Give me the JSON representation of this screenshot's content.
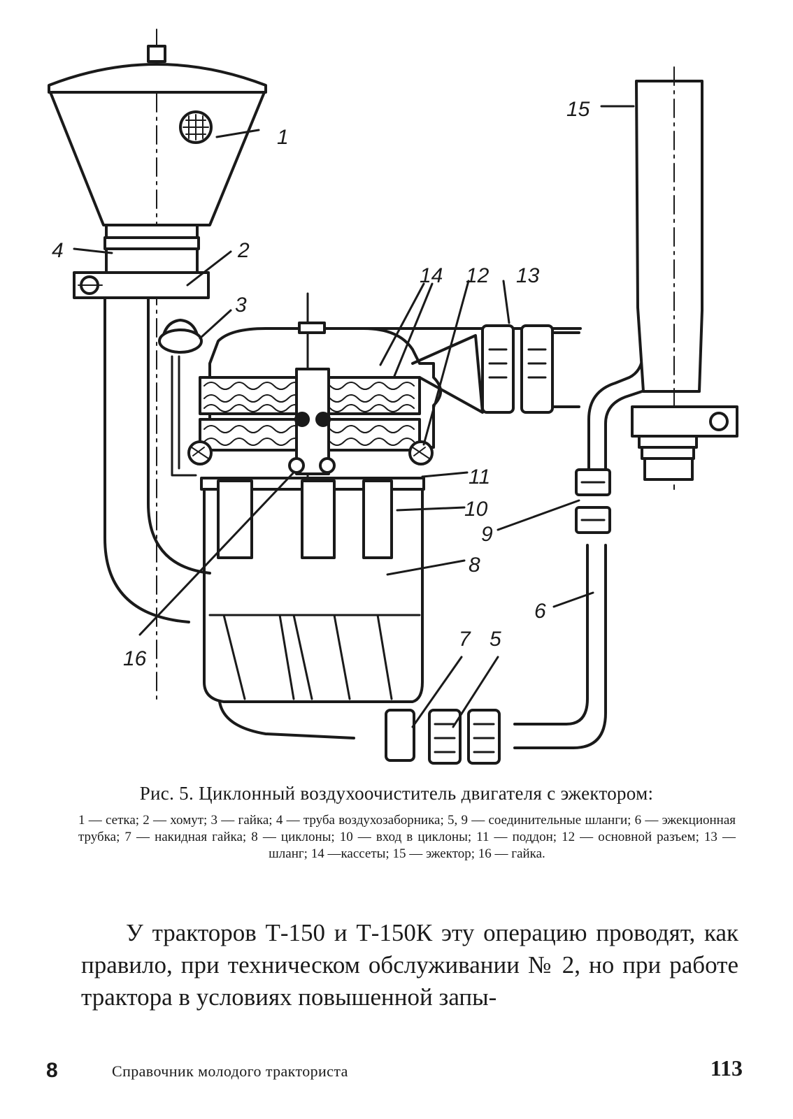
{
  "figure": {
    "labels": [
      "1",
      "2",
      "3",
      "4",
      "5",
      "6",
      "7",
      "8",
      "9",
      "10",
      "11",
      "12",
      "13",
      "14",
      "15",
      "16"
    ]
  },
  "caption": {
    "title": "Рис. 5. Циклонный воздухоочиститель двигателя с эжектором:",
    "legend": "1 — сетка; 2 — хомут; 3 — гайка; 4 — труба воздухозаборника; 5, 9 — соединительные шланги; 6 — эжекционная трубка; 7 — накидная гайка; 8 — циклоны; 10 — вход в циклоны; 11 — поддон; 12 — основной разъем; 13 — шланг; 14 —кассеты; 15 — эжектор; 16 — гайка."
  },
  "body_text": "У тракторов Т-150 и Т-150К эту операцию проводят, как правило, при техническом обслуживании № 2, но при работе трактора в условиях повышенной запы-",
  "footer": {
    "signature": "8",
    "book_title": "Справочник молодого тракториста",
    "page_number": "113"
  }
}
